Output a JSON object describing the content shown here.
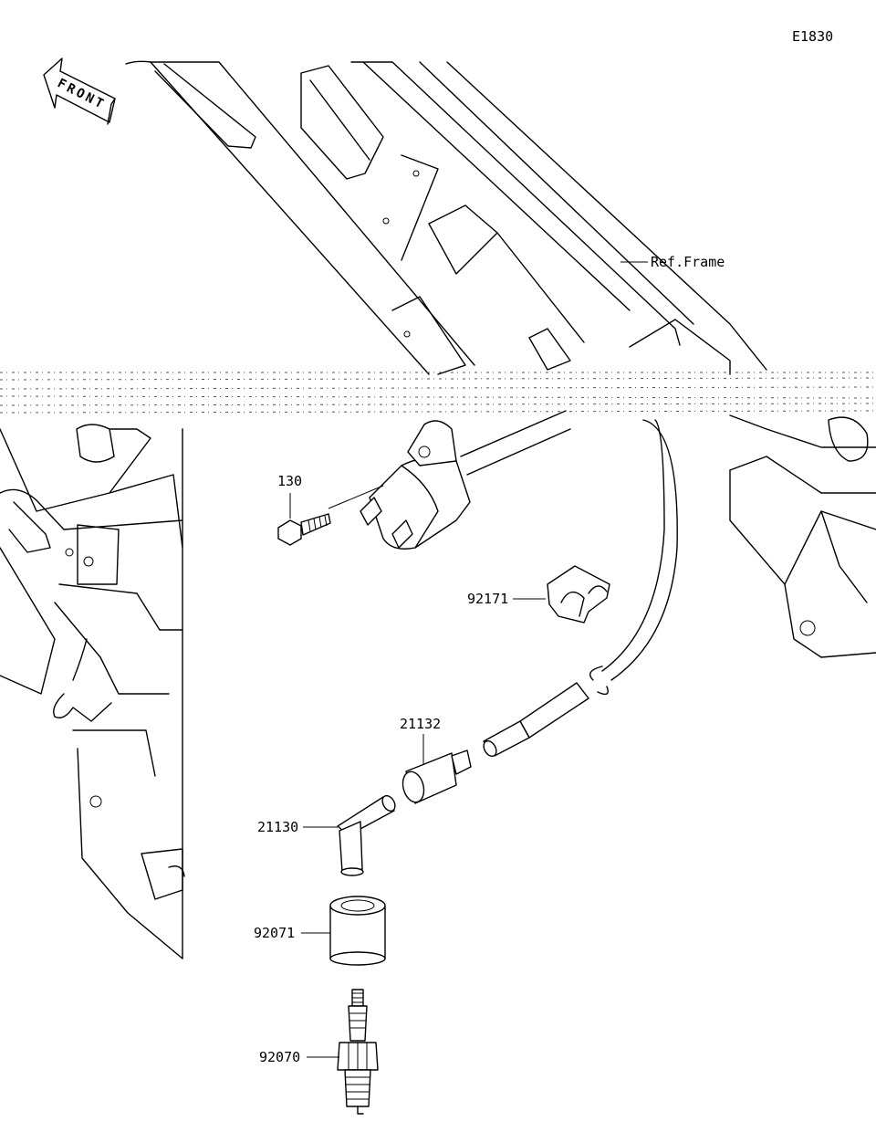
{
  "diagram_id": "E1830",
  "front_label": "FRONT",
  "reference_label": "Ref.Frame",
  "parts": [
    {
      "number": "130"
    },
    {
      "number": "92171"
    },
    {
      "number": "21132"
    },
    {
      "number": "21130"
    },
    {
      "number": "92071"
    },
    {
      "number": "92070"
    }
  ]
}
